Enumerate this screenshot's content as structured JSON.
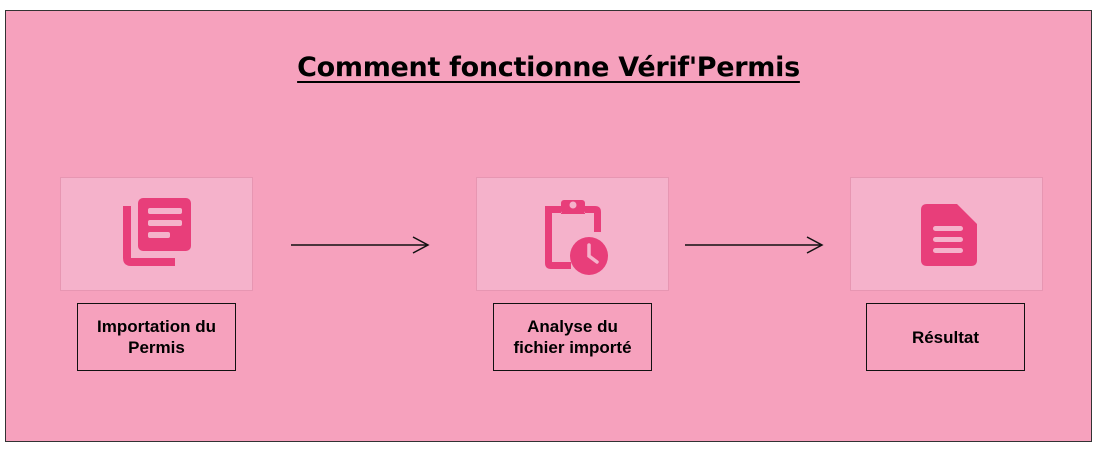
{
  "title": "Comment fonctionne Vérif'Permis",
  "colors": {
    "background": "#f6a1bd",
    "icon_box": "#f5b2cb",
    "accent": "#e83e7a"
  },
  "steps": [
    {
      "label": "Importation du\nPermis",
      "icon": "library-books-icon"
    },
    {
      "label": "Analyse du\nfichier importé",
      "icon": "clipboard-clock-icon"
    },
    {
      "label": "Résultat",
      "icon": "document-icon"
    }
  ]
}
